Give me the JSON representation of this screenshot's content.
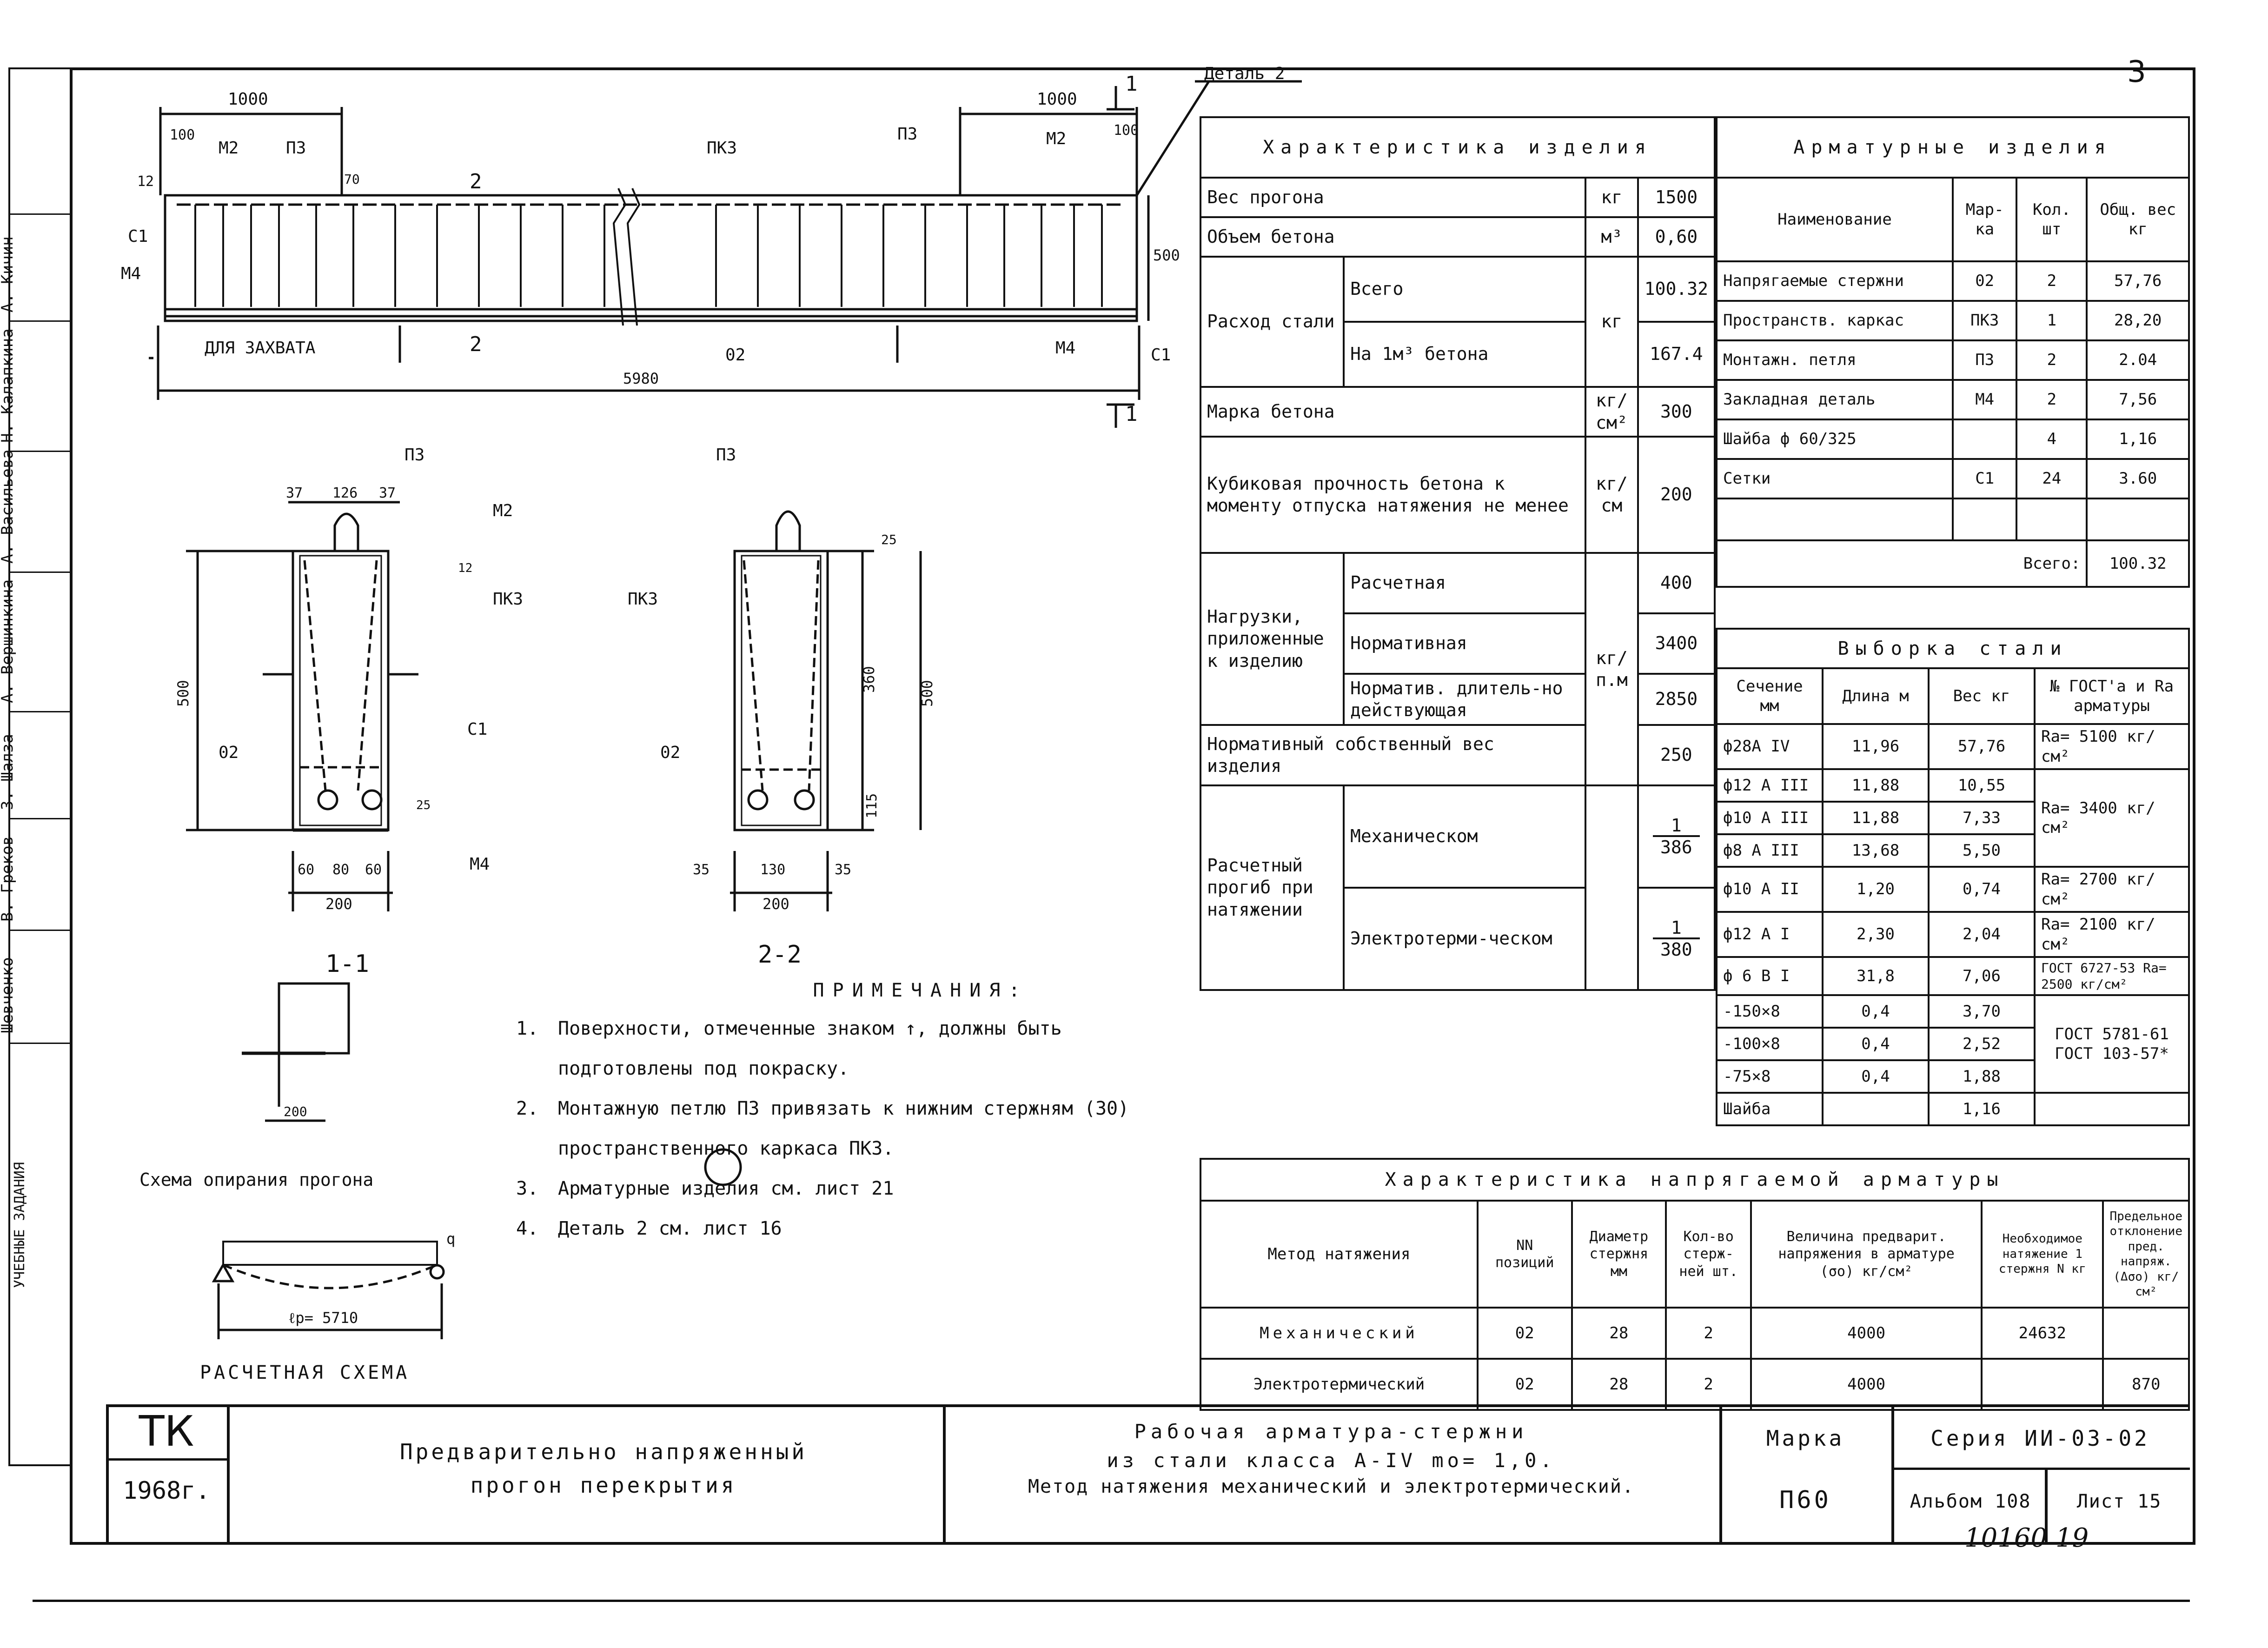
{
  "sheet_corner": "3",
  "sign_strip": {
    "cells": [
      "А. Кичин",
      "Н. Калапкина",
      "А. Васильева",
      "А. Вершинкина",
      "З. Шалза",
      "В. Греков",
      "Шевченко"
    ],
    "bottom_label": "УЧЕБНЫЕ ЗАДАНИЯ"
  },
  "elevation": {
    "dims": {
      "left_1000": "1000",
      "right_1000": "1000",
      "d100_left": "100",
      "d100_right": "100",
      "d70": "70",
      "total_5980": "5980",
      "h500": "500",
      "d12": "12"
    },
    "labels": {
      "m2_left": "М2",
      "p3_left": "П3",
      "pk3": "ПК3",
      "p3_right": "П3",
      "m2_right": "М2",
      "detail2": "Деталь 2",
      "c1_left": "С1",
      "m4_left": "М4",
      "grip": "ДЛЯ ЗАХВАТА",
      "o2": "02",
      "m4_right": "М4",
      "c1_right": "С1",
      "sec2_top": "2",
      "sec2_bottom": "2",
      "sec1_top": "1",
      "sec1_bottom": "1"
    }
  },
  "section_11": {
    "title": "1-1",
    "dims": {
      "d37a": "37",
      "d126": "126",
      "d37b": "37",
      "d500": "500",
      "d12": "12",
      "d25": "25",
      "d60a": "60",
      "d80": "80",
      "d60b": "60",
      "d200": "200"
    },
    "labels": {
      "p3": "П3",
      "m2": "М2",
      "pk3": "ПК3",
      "c1": "С1",
      "o2": "02",
      "m4": "М4"
    }
  },
  "section_22": {
    "title": "2-2",
    "dims": {
      "d25": "25",
      "d360": "360",
      "d500": "500",
      "d115": "115",
      "d35a": "35",
      "d130": "130",
      "d35b": "35",
      "d200": "200"
    },
    "labels": {
      "p3": "П3",
      "pk3": "ПК3",
      "o2": "02"
    }
  },
  "support": {
    "dim": "200",
    "caption": "Схема опирания прогона"
  },
  "calc": {
    "span": "ℓр= 5710",
    "q": "q",
    "caption": "РАСЧЕТНАЯ СХЕМА"
  },
  "notes": {
    "title": "ПРИМЕЧАНИЯ:",
    "items": [
      {
        "n": "1.",
        "text": "Поверхности, отмеченные знаком ↑, должны быть подготовлены под покраску."
      },
      {
        "n": "2.",
        "text": "Монтажную петлю П3 привязать к нижним стержням (30) пространственного каркаса ПК3."
      },
      {
        "n": "3.",
        "text": "Арматурные изделия см. лист 21"
      },
      {
        "n": "4.",
        "text": "Деталь 2 см. лист 16"
      }
    ]
  },
  "characteristics": {
    "header": "Характеристика изделия",
    "rows": {
      "weight": {
        "label": "Вес прогона",
        "unit": "кг",
        "value": "1500"
      },
      "volume": {
        "label": "Объем бетона",
        "unit": "м³",
        "value": "0,60"
      },
      "steel": {
        "label": "Расход стали",
        "unit": "кг",
        "total_label": "Всего",
        "total_value": "100.32",
        "per_label": "На 1м³ бетона",
        "per_value": "167.4"
      },
      "grade": {
        "label": "Марка бетона",
        "unit": "кг/см²",
        "value": "300"
      },
      "cube": {
        "label": "Кубиковая прочность бетона к моменту отпуска натяжения не менее",
        "unit": "кг/см",
        "value": "200"
      },
      "loads": {
        "label": "Нагрузки, приложенные к изделию",
        "unit": "кг/п.м",
        "calc_label": "Расчетная",
        "calc_value": "400",
        "norm_label": "Нормативная",
        "norm_value": "3400",
        "long_label": "Норматив. длитель-но действующая",
        "long_value": "2850"
      },
      "own": {
        "label": "Нормативный собственный вес изделия",
        "value": "250"
      },
      "defl": {
        "label": "Расчетный прогиб при натяжении",
        "mech_label": "Механическом",
        "mech_num": "1",
        "mech_den": "386",
        "el_label": "Электротерми-ческом",
        "el_num": "1",
        "el_den": "380"
      }
    }
  },
  "armature": {
    "header": "Арматурные изделия",
    "cols": [
      "Наименование",
      "Мар-ка",
      "Кол. шт",
      "Общ. вес кг"
    ],
    "rows": [
      [
        "Напрягаемые стержни",
        "02",
        "2",
        "57,76"
      ],
      [
        "Пространств. каркас",
        "ПК3",
        "1",
        "28,20"
      ],
      [
        "Монтажн. петля",
        "П3",
        "2",
        "2.04"
      ],
      [
        "Закладная деталь",
        "М4",
        "2",
        "7,56"
      ],
      [
        "Шайба ф 60/325",
        "",
        "4",
        "1,16"
      ],
      [
        "Сетки",
        "С1",
        "24",
        "3.60"
      ],
      [
        "",
        "",
        "",
        ""
      ]
    ],
    "total_label": "Всего:",
    "total_value": "100.32"
  },
  "selection": {
    "header": "Выборка стали",
    "cols": [
      "Сечение мм",
      "Длина м",
      "Вес кг",
      "№ ГОСТ'а и Ra арматуры"
    ],
    "rows": [
      [
        "ф28А IV",
        "11,96",
        "57,76"
      ],
      [
        "ф12 А III",
        "11,88",
        "10,55"
      ],
      [
        "ф10 А III",
        "11,88",
        "7,33"
      ],
      [
        "ф8 А III",
        "13,68",
        "5,50"
      ],
      [
        "ф10 А II",
        "1,20",
        "0,74"
      ],
      [
        "ф12 А I",
        "2,30",
        "2,04"
      ],
      [
        "ф 6 В I",
        "31,8",
        "7,06"
      ],
      [
        "-150×8",
        "0,4",
        "3,70"
      ],
      [
        "-100×8",
        "0,4",
        "2,52"
      ],
      [
        "-75×8",
        "0,4",
        "1,88"
      ],
      [
        "Шайба",
        "",
        "1,16"
      ]
    ],
    "gost_notes": [
      "Ra= 5100 кг/см²",
      "Ra= 3400 кг/см²",
      "ГОСТ 5781-61",
      "Ra= 2700 кг/см²",
      "Ra= 2100 кг/см²",
      "ГОСТ 6727-53 Ra= 2500 кг/см²",
      "ГОСТ 103-57*"
    ]
  },
  "prestress": {
    "header": "Характеристика напрягаемой арматуры",
    "cols": [
      "Метод натяжения",
      "NN позиций",
      "Диаметр стержня мм",
      "Кол-во стерж-ней шт.",
      "Величина предварит. напряжения в арматуре (σо) кг/см²",
      "Необходимое натяжение 1 стержня N кг",
      "Предельное отклонение пред. напряж. (Δσо) кг/см²"
    ],
    "rows": [
      [
        "Механический",
        "02",
        "28",
        "2",
        "4000",
        "24632",
        ""
      ],
      [
        "Электротермический",
        "02",
        "28",
        "2",
        "4000",
        "",
        "870"
      ]
    ]
  },
  "title_block": {
    "org": "ТК",
    "year": "1968г.",
    "name": "Предварительно напряженный прогон перекрытия",
    "desc1": "Рабочая арматура-стержни",
    "desc2": "из стали класса А-IV mо= 1,0.",
    "desc3": "Метод натяжения механический и электротермический.",
    "mark_label": "Марка",
    "mark_value": "П60",
    "series": "Серия ИИ-03-02",
    "album": "Альбом 108",
    "sheet": "Лист 15"
  },
  "bottom_number": "10160   19"
}
